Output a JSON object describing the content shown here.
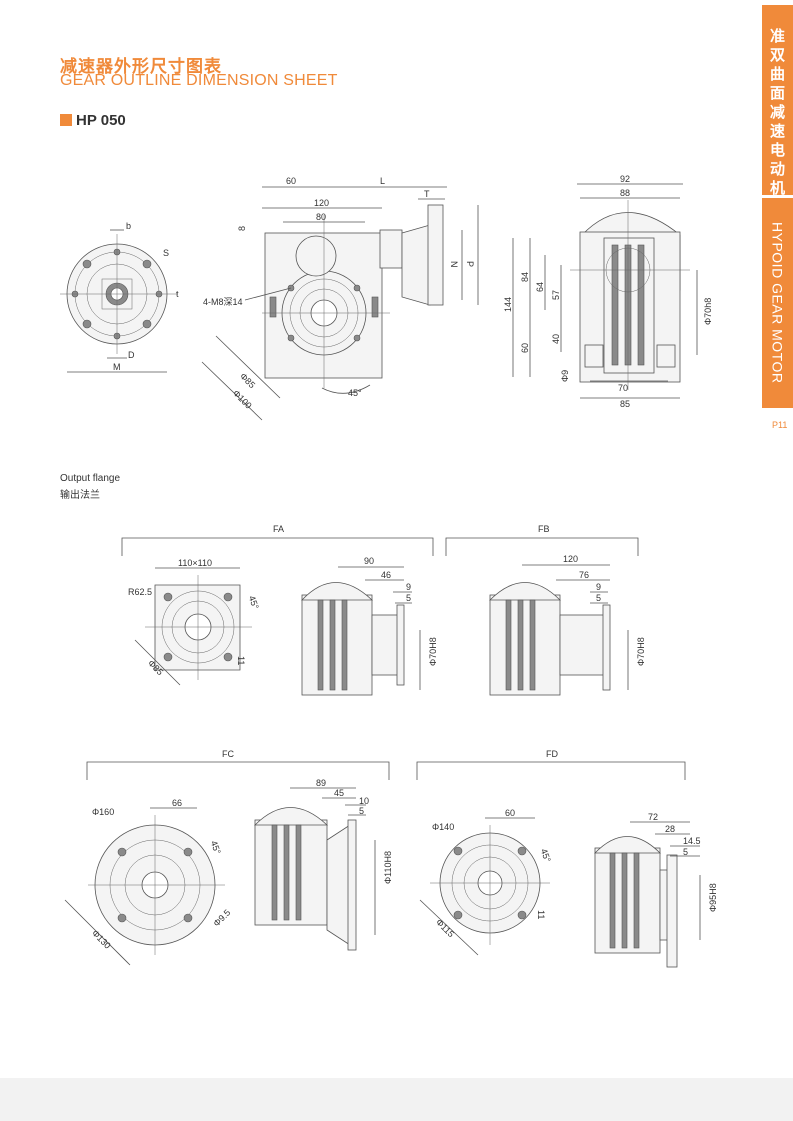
{
  "header": {
    "title_cn": "减速器外形尺寸图表",
    "title_en": "GEAR OUTLINE DIMENSION SHEET",
    "model": "HP 050"
  },
  "side_tab": {
    "cn_chars": [
      "准",
      "双",
      "曲",
      "面",
      "减",
      "速",
      "电",
      "动",
      "机"
    ],
    "en": "HYPOID GEAR MOTOR",
    "page": "P11"
  },
  "colors": {
    "accent": "#f08a3a"
  },
  "main_view": {
    "labels": {
      "b": "b",
      "s": "S",
      "t": "t",
      "d": "D",
      "m": "M"
    },
    "dims": {
      "d60": "60",
      "L": "L",
      "d120": "120",
      "T": "T",
      "d80": "80",
      "d8": "8",
      "N": "N",
      "P": "P",
      "tap": "4-M8深14",
      "phi85": "Φ85",
      "phi100": "Φ100",
      "deg45": "45°"
    },
    "side": {
      "d92": "92",
      "d88": "88",
      "d144": "144",
      "d84": "84",
      "d64": "64",
      "d57": "57",
      "d40": "40",
      "d60": "60",
      "phi9": "Φ9",
      "d70": "70",
      "d85": "85",
      "phi70": "Φ70h8"
    }
  },
  "flange": {
    "label_en": "Output flange",
    "label_cn": "输出法兰",
    "FA": {
      "name": "FA",
      "sq": "110×110",
      "r": "R62.5",
      "deg": "45°",
      "phi": "Φ85",
      "d11": "11",
      "d90": "90",
      "d46": "46",
      "d9": "9",
      "d5": "5",
      "phi_h": "Φ70H8"
    },
    "FB": {
      "name": "FB",
      "d120": "120",
      "d76": "76",
      "d9": "9",
      "d5": "5",
      "phi_h": "Φ70H8"
    },
    "FC": {
      "name": "FC",
      "phi160": "Φ160",
      "d66": "66",
      "deg": "45°",
      "phi130": "Φ130",
      "phi95": "Φ9.5",
      "d89": "89",
      "d45": "45",
      "d10": "10",
      "d5": "5",
      "phi_h": "Φ110H8"
    },
    "FD": {
      "name": "FD",
      "phi140": "Φ140",
      "d60": "60",
      "deg": "45°",
      "phi115": "Φ115",
      "d11": "11",
      "d72": "72",
      "d28": "28",
      "d145": "14.5",
      "d5": "5",
      "phi_h": "Φ95H8"
    }
  }
}
